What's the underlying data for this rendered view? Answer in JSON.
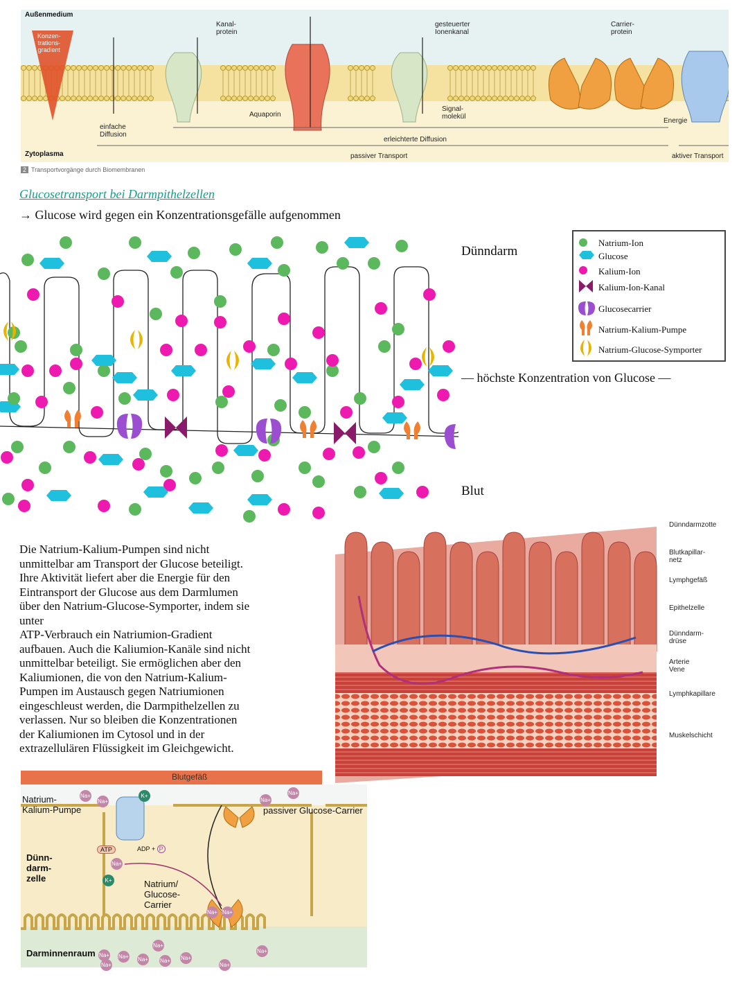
{
  "fig_transport": {
    "aussenmedium": "Außenmedium",
    "zytoplasma": "Zytoplasma",
    "konzentrationsgradient": "Konzen-\ntrations-\ngradient",
    "kanalprotein": "Kanal-\nprotein",
    "aquaporin": "Aquaporin",
    "gesteuerter_ionenkanal": "gesteuerter\nIonenkanal",
    "signalmolekuel": "Signal-\nmolekül",
    "carrierprotein": "Carrier-\nprotein",
    "energie": "Energie",
    "einfache_diffusion": "einfache\nDiffusion",
    "erleichterte_diffusion": "erleichterte Diffusion",
    "passiver_transport": "passiver Transport",
    "aktiver_transport": "aktiver Transport",
    "caption_number": "2",
    "caption": "Transportvorgänge durch Biomembranen"
  },
  "heading": "Glucosetransport bei Darmpithelzellen",
  "subheading": "→ Glucose wird gegen ein Konzentrationsgefälle aufgenommen",
  "diagram_labels": {
    "duenndarm": "Dünndarm",
    "blut": "Blut",
    "hoechste": "— höchste Konzentration von Glucose —"
  },
  "legend": [
    {
      "label": "Natrium-Ion",
      "icon": "green-dot",
      "color": "#5cb85c"
    },
    {
      "label": "Glucose",
      "icon": "cyan-hexagon",
      "color": "#1ec0de"
    },
    {
      "label": "Kalium-Ion",
      "icon": "magenta-dot",
      "color": "#ee1ab0"
    },
    {
      "label": "Kalium-Ion-Kanal",
      "icon": "purple-bowtie",
      "color": "#8a1a6a"
    },
    {
      "label": "Glucosecarrier",
      "icon": "violet-carrier",
      "color": "#9b4fd0"
    },
    {
      "label": "Natrium-Kalium-Pumpe",
      "icon": "orange-pump",
      "color": "#f08030"
    },
    {
      "label": "Natrium-Glucose-Symporter",
      "icon": "yellow-symporter",
      "color": "#e8b400"
    }
  ],
  "paragraph": "Die Natrium-Kalium-Pumpen sind nicht\nunmittelbar am Transport der Glucose beteiligt.\nIhre Aktivität liefert aber die Energie für den\nEintransport der Glucose aus dem Darmlumen\nüber den Natrium-Glucose-Symporter, indem sie\nunter\nATP-Verbrauch ein Natriumion-Gradient\naufbauen. Auch die Kaliumion-Kanäle sind nicht\nunmittelbar beteiligt. Sie ermöglichen aber den\nKaliumionen, die von den Natrium-Kalium-\nPumpen im Austausch gegen Natriumionen\neingeschleust werden, die Darmpithelzellen zu\nverlassen. Nur so bleiben die Konzentrationen\nder Kaliumionen im Cytosol und in der\nextrazellulären Flüssigkeit im Gleichgewicht.",
  "villus_labels": [
    "Dünndarmzotte",
    "Blutkapillar-\nnetz",
    "Lymphgefäß",
    "Epithelzelle",
    "Dünndarm-\ndrüse",
    "Arterie\nVene",
    "Lymphkapillare",
    "Muskelschicht"
  ],
  "fig_cell": {
    "blutgefaess": "Blutgefäß",
    "pumpe": "Natrium-\nKalium-Pumpe",
    "passiver_carrier": "passiver Glucose-Carrier",
    "duenndarmzelle": "Dünn-\ndarm-\nzelle",
    "symporter": "Natrium/\nGlucose-\nCarrier",
    "darminnenraum": "Darminnenraum",
    "atp": "ATP",
    "adp": "ADP +",
    "p": "P",
    "na": "Na+",
    "k": "K+"
  }
}
